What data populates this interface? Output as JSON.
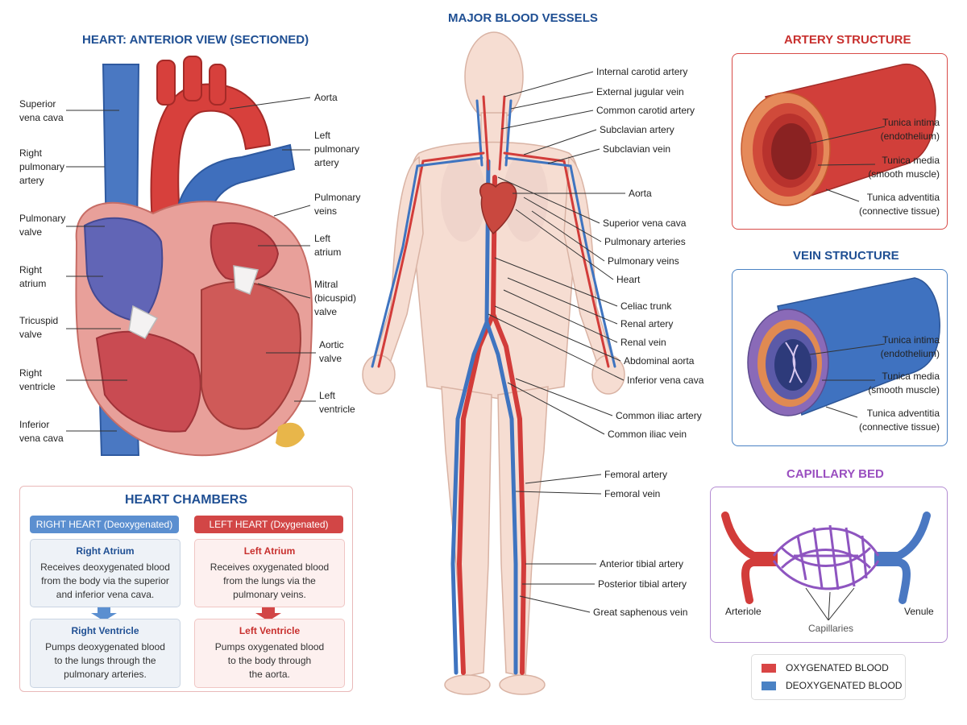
{
  "heart": {
    "title": "HEART: ANTERIOR VIEW (SECTIONED)",
    "labels_left": [
      "Superior\nvena cava",
      "Right\npulmonary\nartery",
      "Pulmonary\nvalve",
      "Right\natrium",
      "Tricuspid\nvalve",
      "Right\nventricle",
      "Inferior\nvena cava"
    ],
    "labels_right": [
      "Aorta",
      "Left\npulmonary\nartery",
      "Pulmonary\nveins",
      "Left\natrium",
      "Mitral\n(bicuspid)\nvalve",
      "Aortic\nvalve",
      "Left\nventricle"
    ]
  },
  "chambers": {
    "title": "HEART CHAMBERS",
    "right_header": "RIGHT HEART (Deoxygenated)",
    "left_header": "LEFT HEART (Dxygenated)",
    "right_atrium": {
      "title": "Right Atrium",
      "body": "Receives deoxygenated blood\nfrom the body via the superior\nand inferior vena cava."
    },
    "right_ventricle": {
      "title": "Right Ventricle",
      "body": "Pumps deoxygenated blood\nto the lungs through the\npulmonary arteries."
    },
    "left_atrium": {
      "title": "Left Atrium",
      "body": "Receives oxygenated blood\nfrom the lungs via the\npulmonary veins."
    },
    "left_ventricle": {
      "title": "Left Ventricle",
      "body": "Pumps oxygenated blood\nto the body through\nthe aorta."
    }
  },
  "body": {
    "title": "MAJOR BLOOD VESSELS",
    "labels": [
      "Internal carotid artery",
      "External jugular vein",
      "Common carotid artery",
      "Subclavian artery",
      "Subclavian vein",
      "Aorta",
      "Superior vena cava",
      "Pulmonary arteries",
      "Pulmonary veins",
      "Heart",
      "Celiac trunk",
      "Renal artery",
      "Renal vein",
      "Abdominal aorta",
      "Inferior vena cava",
      "Common iliac artery",
      "Common iliac vein",
      "Femoral artery",
      "Femoral vein",
      "Anterior tibial artery",
      "Posterior tibial artery",
      "Great saphenous vein"
    ]
  },
  "artery": {
    "title": "ARTERY STRUCTURE",
    "layers": [
      "Tunica intima\n(endothelium)",
      "Tunica media\n(smooth muscle)",
      "Tunica adventitia\n(connective tissue)"
    ]
  },
  "vein": {
    "title": "VEIN STRUCTURE",
    "layers": [
      "Tunica intima\n(endothelium)",
      "Tunica media\n(smooth muscle)",
      "Tunica adventitia\n(connective tissue)"
    ]
  },
  "capillary": {
    "title": "CAPILLARY BED",
    "arteriole": "Arteriole",
    "capillaries": "Capillaries",
    "venule": "Venule"
  },
  "legend": {
    "oxygenated": "OXYGENATED BLOOD",
    "deoxygenated": "DEOXYGENATED BLOOD"
  },
  "colors": {
    "oxygenated": "#d94545",
    "deoxygenated": "#4a82c4",
    "title_blue": "#1f4f93",
    "title_red": "#c8302e",
    "title_purple": "#9a4fc0"
  }
}
